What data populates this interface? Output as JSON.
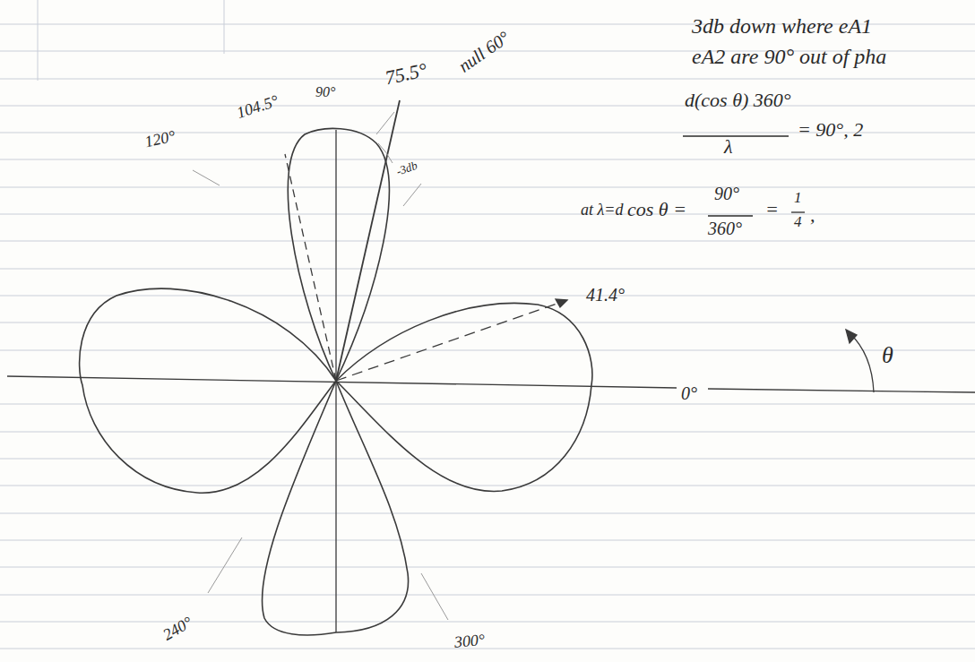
{
  "diagram": {
    "labels": [
      "3db down where eA1",
      "eA2 are 90° out of pha",
      "120°",
      "104.5°",
      "90°",
      "75.5°",
      "null 60°",
      "-3db",
      "d(cos θ) 360°",
      "= 90°, 2",
      "λ",
      "at λ=d",
      "cos θ =",
      "90°",
      "360°",
      "=",
      "1",
      "4",
      ",",
      "41.4°",
      "θ",
      "0°",
      "240°",
      "300°"
    ]
  }
}
